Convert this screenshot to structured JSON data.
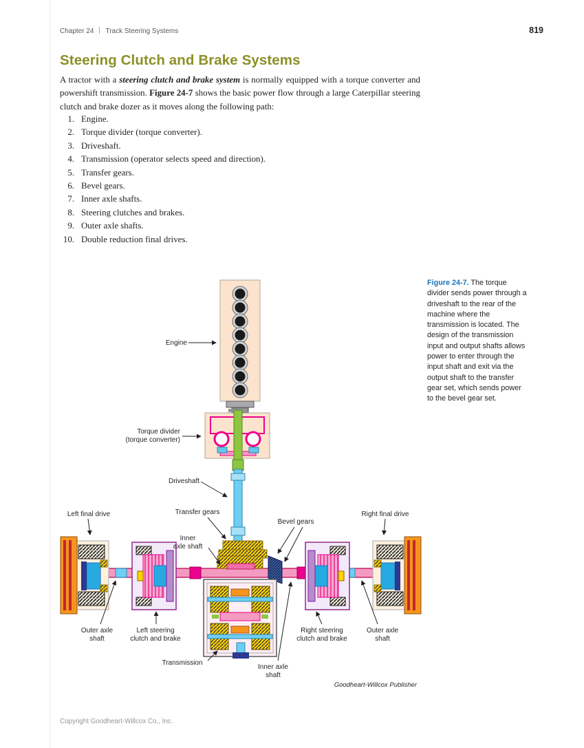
{
  "colors": {
    "title_accent": "#8d8f25",
    "figure_accent": "#1b75bc"
  },
  "header": {
    "chapter": "Chapter 24",
    "title": "Track Steering Systems",
    "page_number": "819"
  },
  "section": {
    "title": "Steering Clutch and Brake Systems",
    "para_1": "A tractor with a ",
    "para_bold_italic": "steering clutch and brake system",
    "para_2": " is normally equipped with a torque converter and powershift transmission. ",
    "para_bold": "Figure 24-7",
    "para_3": " shows the basic power flow through a large Caterpillar steering clutch and brake dozer as it moves along the following path:",
    "list": [
      "Engine.",
      "Torque divider (torque converter).",
      "Driveshaft.",
      "Transmission (operator selects speed and direction).",
      "Transfer gears.",
      "Bevel gears.",
      "Inner axle shafts.",
      "Steering clutches and brakes.",
      "Outer axle shafts.",
      "Double reduction final drives."
    ]
  },
  "figure": {
    "caption_label": "Figure 24-7.",
    "caption_text": " The torque divider sends power through a driveshaft to the rear of the machine where the transmission is located. The design of the transmission input and output shafts allows power to enter through the input shaft and exit via the output shaft to the transfer gear set, which sends power to the bevel gear set.",
    "credit": "Goodheart-Willcox Publisher",
    "labels": {
      "engine": "Engine",
      "torque_divider_1": "Torque divider",
      "torque_divider_2": "(torque converter)",
      "driveshaft": "Driveshaft",
      "transfer_gears": "Transfer gears",
      "bevel_gears": "Bevel gears",
      "left_final_drive": "Left final drive",
      "right_final_drive": "Right final drive",
      "inner_axle_top_1": "Inner",
      "inner_axle_top_2": "axle shaft",
      "outer_axle_left_1": "Outer axle",
      "outer_axle_left_2": "shaft",
      "left_clutch_1": "Left steering",
      "left_clutch_2": "clutch and brake",
      "right_clutch_1": "Right steering",
      "right_clutch_2": "clutch and brake",
      "outer_axle_right_1": "Outer axle",
      "outer_axle_right_2": "shaft",
      "transmission": "Transmission",
      "inner_axle_bottom_1": "Inner axle",
      "inner_axle_bottom_2": "shaft"
    }
  },
  "footer": {
    "copyright": "Copyright Goodheart-Willcox Co., Inc."
  }
}
